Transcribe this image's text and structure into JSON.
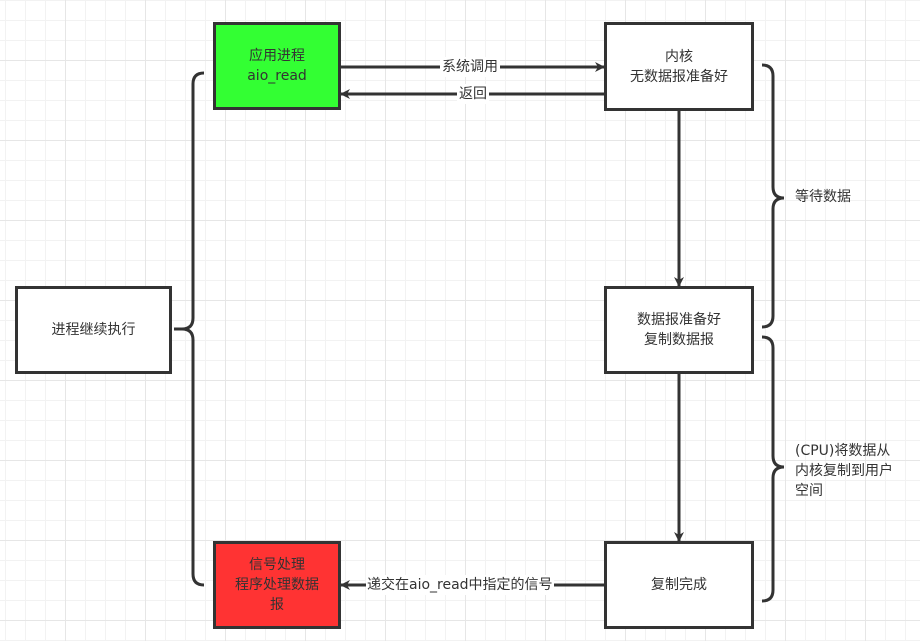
{
  "diagram": {
    "title": "AIO 异步IO模型",
    "nodes": {
      "app_process": {
        "label": "应用进程\naio_read",
        "color": "#33ff33"
      },
      "kernel_no_data": {
        "label": "内核\n无数据报准备好"
      },
      "data_ready": {
        "label": "数据报准备好\n复制数据报"
      },
      "copy_done": {
        "label": "复制完成"
      },
      "signal_handler": {
        "label": "信号处理\n程序处理数据\n报",
        "color": "#ff3333"
      },
      "process_continues": {
        "label": "进程继续执行"
      }
    },
    "edges": {
      "syscall": {
        "label": "系统调用",
        "from": "app_process",
        "to": "kernel_no_data"
      },
      "return": {
        "label": "返回",
        "from": "kernel_no_data",
        "to": "app_process"
      },
      "wait_to_ready": {
        "from": "kernel_no_data",
        "to": "data_ready"
      },
      "ready_to_done": {
        "from": "data_ready",
        "to": "copy_done"
      },
      "deliver_signal": {
        "label": "递交在aio_read中指定的信号",
        "from": "copy_done",
        "to": "signal_handler"
      }
    },
    "braces": {
      "wait_data": {
        "label": "等待数据"
      },
      "copy_data": {
        "label": "(CPU)将数据从\n内核复制到用户\n空间"
      }
    }
  }
}
